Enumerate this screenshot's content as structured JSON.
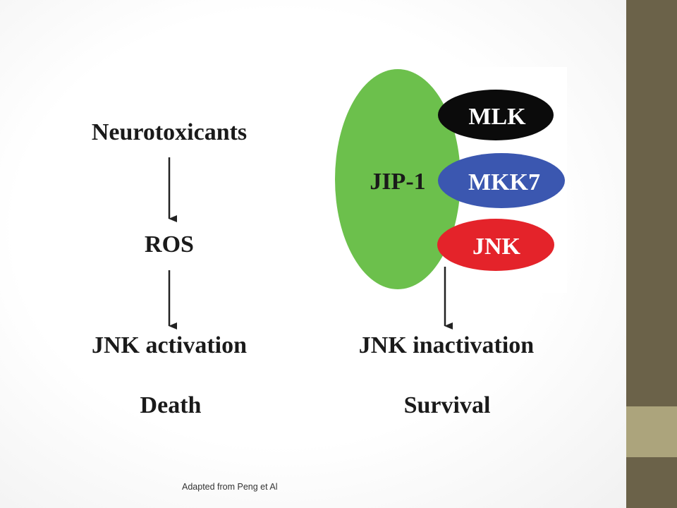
{
  "diagram": {
    "left_pathway": {
      "source": "Neurotoxicants",
      "intermediate": "ROS",
      "result": "JNK activation",
      "outcome": "Death"
    },
    "right_pathway": {
      "scaffold": "JIP-1",
      "components": [
        {
          "label": "MLK",
          "color": "#0b0b0b"
        },
        {
          "label": "MKK7",
          "color": "#3b57b0"
        },
        {
          "label": "JNK",
          "color": "#e4232a"
        }
      ],
      "scaffold_color": "#6cc04c",
      "result": "JNK inactivation",
      "outcome": "Survival"
    }
  },
  "caption": "Adapted from Peng et Al"
}
